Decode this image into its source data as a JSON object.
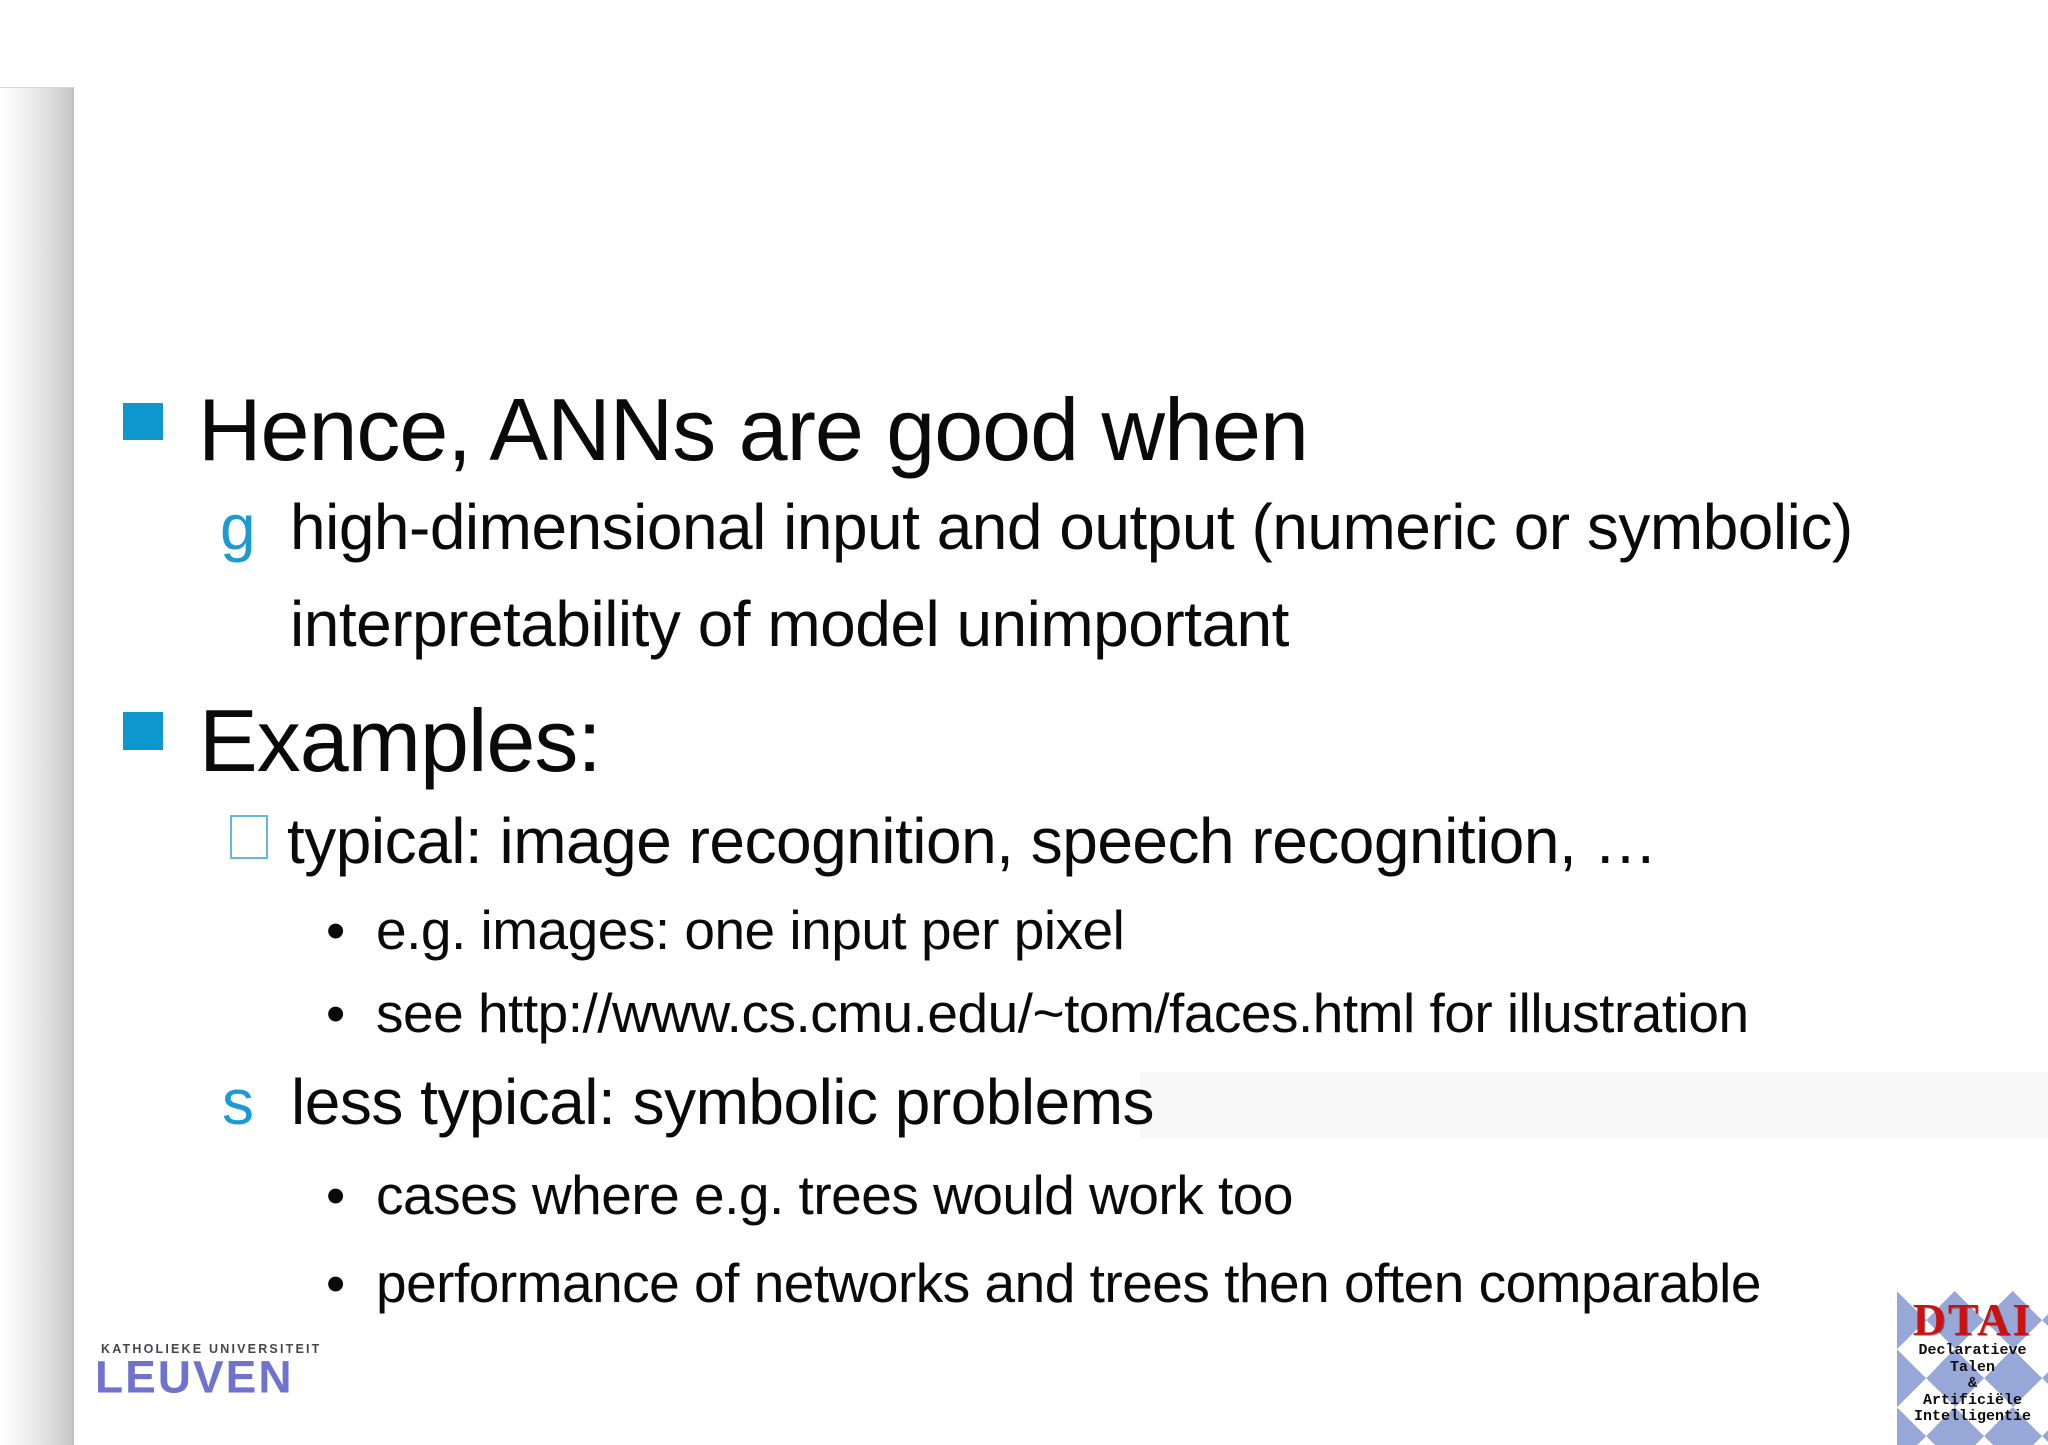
{
  "slide": {
    "background": "#ffffff",
    "accent_square_blue": "#0d97cf",
    "bullet_glyph_blue": "#1b9ad3",
    "box_bullet_border": "#66b8d9",
    "content": [
      {
        "level": 1,
        "bullet_type": "square",
        "bullet": "",
        "text": "Hence, ANNs are good when"
      },
      {
        "level": 2,
        "bullet_type": "glyph",
        "bullet": "g",
        "text": "high-dimensional input and output (numeric or symbolic)"
      },
      {
        "level": 2,
        "bullet_type": "none",
        "bullet": "",
        "text": "interpretability of model unimportant"
      },
      {
        "level": 1,
        "bullet_type": "square",
        "bullet": "",
        "text": "Examples:"
      },
      {
        "level": 2,
        "bullet_type": "box",
        "bullet": "",
        "text": "typical: image recognition, speech recognition, …"
      },
      {
        "level": 3,
        "bullet_type": "dot",
        "bullet": "•",
        "text": "e.g. images: one input per pixel"
      },
      {
        "level": 3,
        "bullet_type": "dot",
        "bullet": "•",
        "text": "see http://www.cs.cmu.edu/~tom/faces.html for illustration"
      },
      {
        "level": 2,
        "bullet_type": "glyph",
        "bullet": "s",
        "text": "less typical: symbolic problems"
      },
      {
        "level": 3,
        "bullet_type": "dot",
        "bullet": "•",
        "text": "cases where e.g. trees would work too"
      },
      {
        "level": 3,
        "bullet_type": "dot",
        "bullet": "•",
        "text": "performance of networks and trees then often comparable"
      }
    ]
  },
  "logos": {
    "kuleuven": {
      "line1": "KATHOLIEKE UNIVERSITEIT",
      "line2": "LEUVEN",
      "name_color": "#6f72cf",
      "caption_color": "#46464e"
    },
    "dtai": {
      "title": "DTAI",
      "lines": [
        "Declaratieve",
        "Talen",
        "&",
        "Artificiële",
        "Intelligentie"
      ],
      "title_color": "#cc1111",
      "pattern_blue": "#96a7d8"
    }
  }
}
